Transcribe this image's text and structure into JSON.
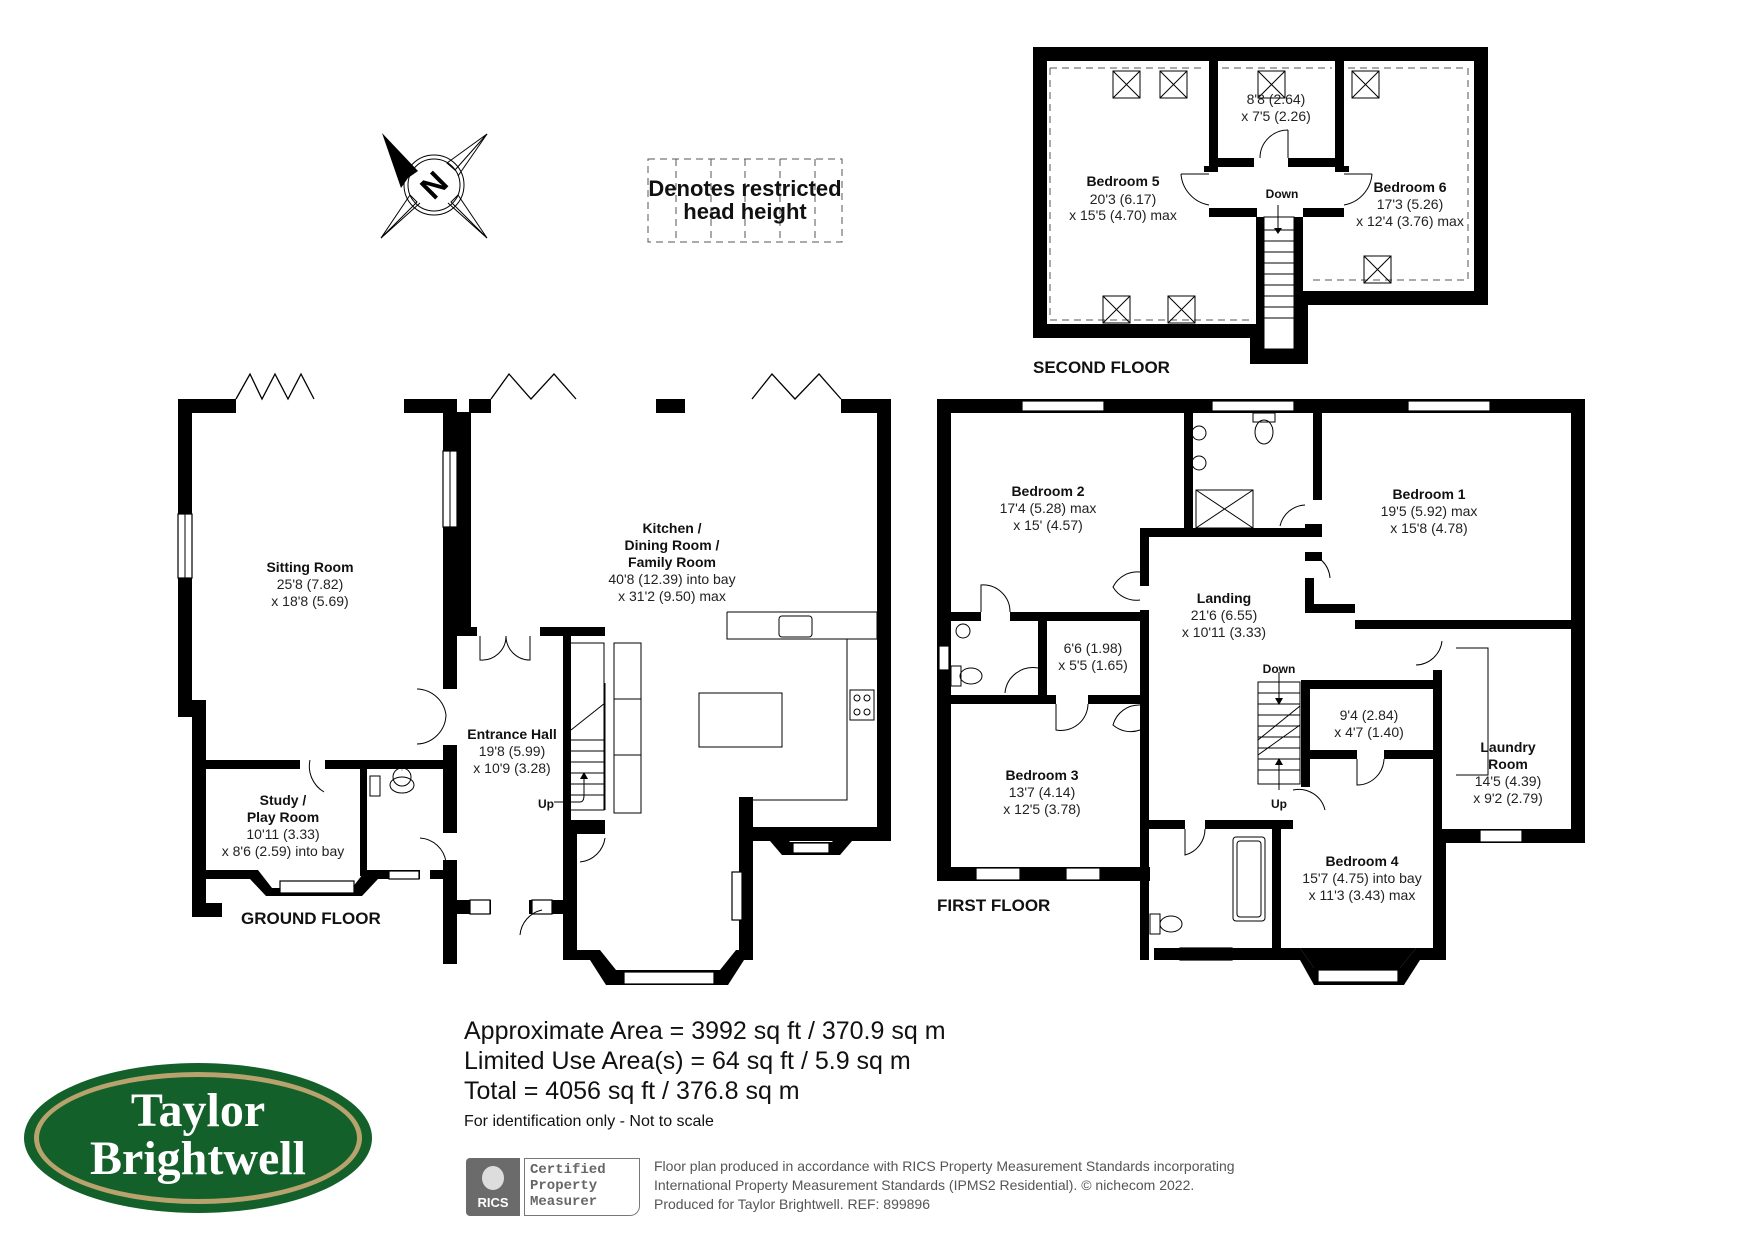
{
  "legend": {
    "restricted_line1": "Denotes restricted",
    "restricted_line2": "head height",
    "compass_letter": "N"
  },
  "floors": {
    "ground": {
      "label": "GROUND FLOOR",
      "rooms": [
        {
          "id": "sitting-room",
          "name": "Sitting Room",
          "dims": [
            "25'8 (7.82)",
            "x 18'8 (5.69)"
          ]
        },
        {
          "id": "kitchen",
          "name_lines": [
            "Kitchen /",
            "Dining Room /",
            "Family Room"
          ],
          "dims": [
            "40'8 (12.39) into bay",
            "x 31'2 (9.50) max"
          ]
        },
        {
          "id": "entrance-hall",
          "name": "Entrance Hall",
          "dims": [
            "19'8 (5.99)",
            "x 10'9 (3.28)"
          ]
        },
        {
          "id": "study",
          "name_lines": [
            "Study /",
            "Play Room"
          ],
          "dims": [
            "10'11 (3.33)",
            "x 8'6 (2.59) into bay"
          ]
        }
      ],
      "stairs_label": "Up"
    },
    "first": {
      "label": "FIRST FLOOR",
      "rooms": [
        {
          "id": "bedroom-2",
          "name": "Bedroom 2",
          "dims": [
            "17'4 (5.28) max",
            "x 15' (4.57)"
          ]
        },
        {
          "id": "bedroom-1",
          "name": "Bedroom 1",
          "dims": [
            "19'5 (5.92) max",
            "x 15'8 (4.78)"
          ]
        },
        {
          "id": "landing",
          "name": "Landing",
          "dims": [
            "21'6 (6.55)",
            "x 10'11 (3.33)"
          ]
        },
        {
          "id": "store-1",
          "dims": [
            "6'6 (1.98)",
            "x 5'5 (1.65)"
          ]
        },
        {
          "id": "store-2",
          "dims": [
            "9'4 (2.84)",
            "x 4'7 (1.40)"
          ]
        },
        {
          "id": "laundry",
          "name_lines": [
            "Laundry",
            "Room"
          ],
          "dims": [
            "14'5 (4.39)",
            "x 9'2 (2.79)"
          ]
        },
        {
          "id": "bedroom-3",
          "name": "Bedroom 3",
          "dims": [
            "13'7 (4.14)",
            "x 12'5 (3.78)"
          ]
        },
        {
          "id": "bedroom-4",
          "name": "Bedroom 4",
          "dims": [
            "15'7 (4.75) into bay",
            "x 11'3 (3.43) max"
          ]
        }
      ],
      "stairs_down": "Down",
      "stairs_up": "Up"
    },
    "second": {
      "label": "SECOND FLOOR",
      "rooms": [
        {
          "id": "bedroom-5",
          "name": "Bedroom 5",
          "dims": [
            "20'3 (6.17)",
            "x 15'5 (4.70) max"
          ]
        },
        {
          "id": "bedroom-6",
          "name": "Bedroom 6",
          "dims": [
            "17'3 (5.26)",
            "x 12'4 (3.76) max"
          ]
        },
        {
          "id": "store-3",
          "dims": [
            "8'8 (2.64)",
            "x 7'5 (2.26)"
          ]
        }
      ],
      "stairs_down": "Down"
    }
  },
  "areas": {
    "approx": "Approximate Area = 3992 sq ft / 370.9 sq m",
    "limited": "Limited Use Area(s) = 64 sq ft / 5.9 sq m",
    "total": "Total = 4056 sq ft / 376.8 sq m",
    "note": "For identification only - Not to scale"
  },
  "certification": {
    "rics_label": "RICS",
    "badge_lines": [
      "Certified",
      "Property",
      "Measurer"
    ],
    "credit_lines": [
      "Floor plan produced in accordance with RICS Property Measurement Standards incorporating",
      "International Property Measurement Standards (IPMS2 Residential).   © nichecom 2022.",
      "Produced for Taylor Brightwell.   REF:  899896"
    ]
  },
  "brand": {
    "line1": "Taylor",
    "line2": "Brightwell",
    "colors": {
      "green": "#14602a",
      "gold": "#b8a36e"
    }
  }
}
